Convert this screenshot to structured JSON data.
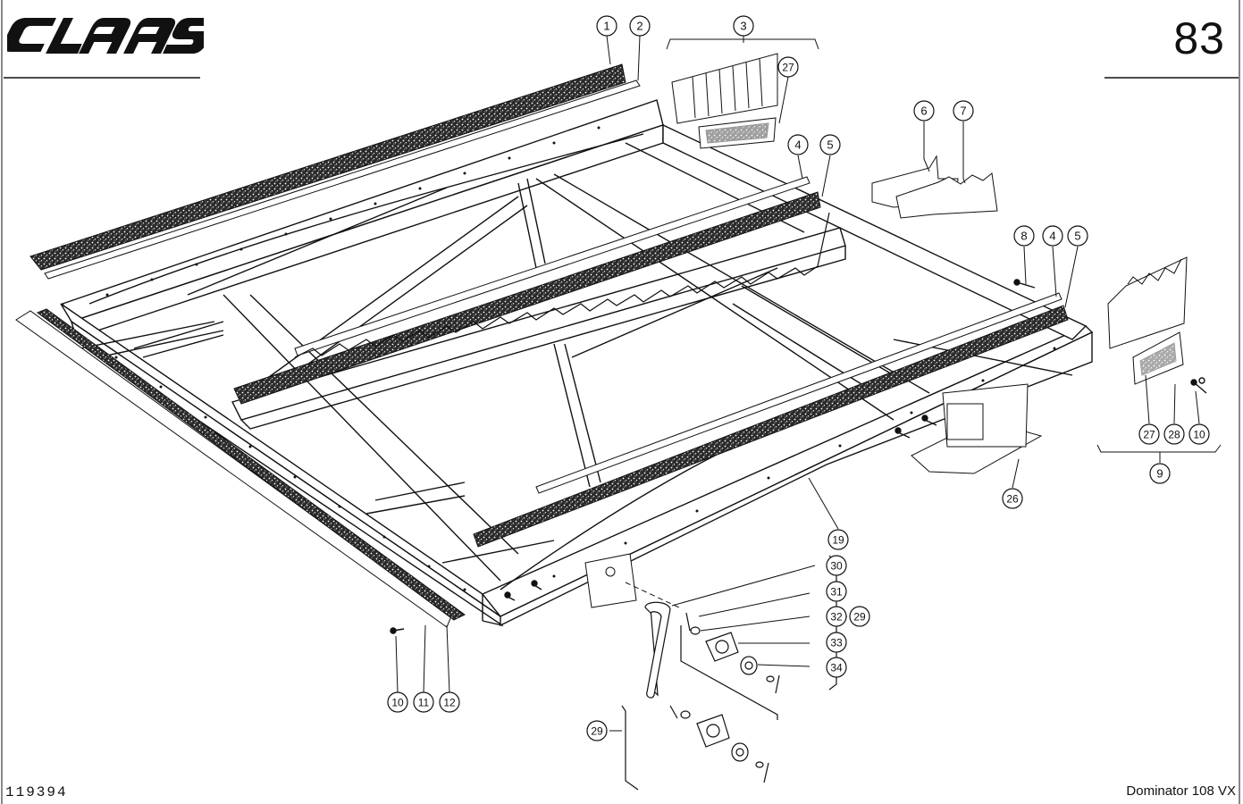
{
  "header": {
    "brand": "CLAAS",
    "page_number": "83"
  },
  "footer": {
    "doc_id": "119394",
    "model": "Dominator 108 VX"
  },
  "callouts": [
    {
      "label": "1"
    },
    {
      "label": "2"
    },
    {
      "label": "3"
    },
    {
      "label": "27"
    },
    {
      "label": "4"
    },
    {
      "label": "5"
    },
    {
      "label": "6"
    },
    {
      "label": "7"
    },
    {
      "label": "8"
    },
    {
      "label": "4"
    },
    {
      "label": "5"
    },
    {
      "label": "27"
    },
    {
      "label": "28"
    },
    {
      "label": "10"
    },
    {
      "label": "9"
    },
    {
      "label": "26"
    },
    {
      "label": "19"
    },
    {
      "label": "30"
    },
    {
      "label": "31"
    },
    {
      "label": "32"
    },
    {
      "label": "33"
    },
    {
      "label": "34"
    },
    {
      "label": "29"
    },
    {
      "label": "29"
    },
    {
      "label": "10"
    },
    {
      "label": "11"
    },
    {
      "label": "12"
    }
  ],
  "colors": {
    "ink": "#111111",
    "paper": "#ffffff",
    "fill_speckle": "#3a3a3a"
  }
}
